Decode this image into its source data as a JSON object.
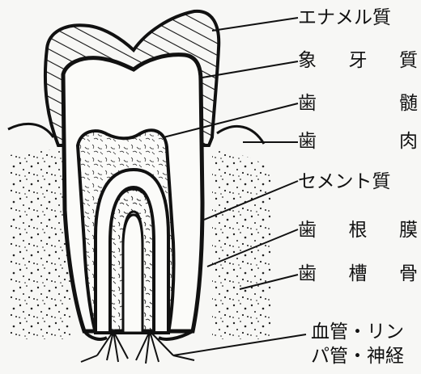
{
  "labels": {
    "enamel": "エナメル質",
    "dentin": [
      "象",
      "牙",
      "質"
    ],
    "pulp": [
      "歯",
      "髄"
    ],
    "gingiva": [
      "歯",
      "肉"
    ],
    "cementum": "セメント質",
    "periodontal_ligament": [
      "歯",
      "根",
      "膜"
    ],
    "alveolar_bone": [
      "歯",
      "槽",
      "骨"
    ],
    "vessels_line1": "血管・リン",
    "vessels_line2": "パ管・神経"
  }
}
